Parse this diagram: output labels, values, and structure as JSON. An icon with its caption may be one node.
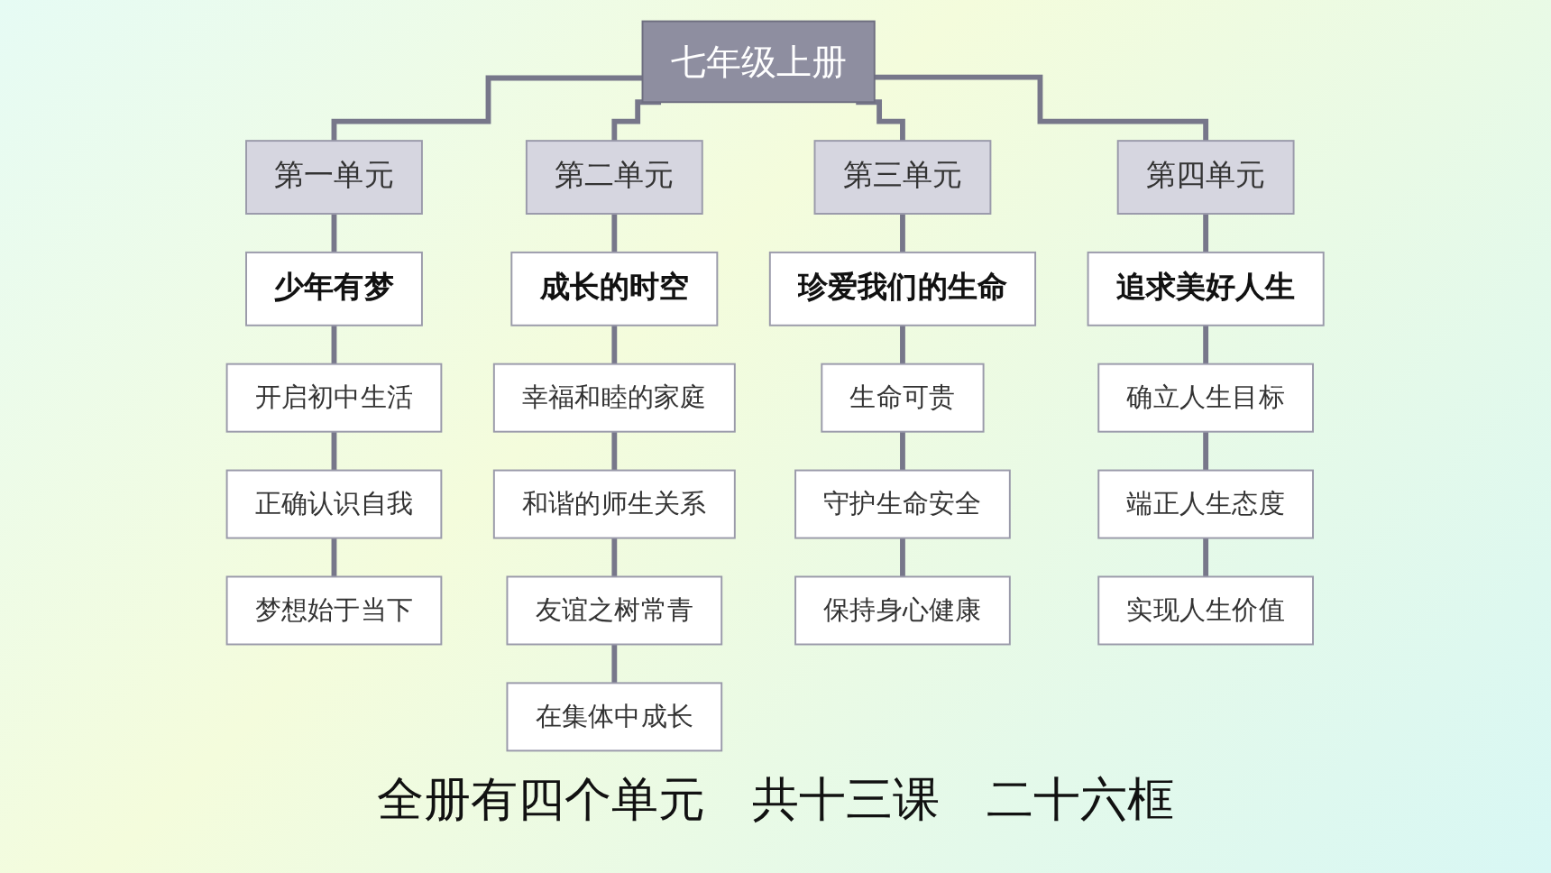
{
  "diagram": {
    "nodes": [
      {
        "text": [
          "七年级上册"
        ]
      },
      {
        "text": [
          "第一单元"
        ]
      },
      {
        "text": [
          "第二单元"
        ]
      },
      {
        "text": [
          "第三单元"
        ]
      },
      {
        "text": [
          "第四单元"
        ]
      },
      {
        "text": [
          "少年有梦"
        ]
      },
      {
        "text": [
          "成长的时空"
        ]
      },
      {
        "text": [
          "珍爱我们的生命"
        ]
      },
      {
        "text": [
          "追求美好人生"
        ]
      },
      {
        "text": [
          "开启初中生活"
        ]
      },
      {
        "text": [
          "幸福和睦的家庭"
        ]
      },
      {
        "text": [
          "生命可贵"
        ]
      },
      {
        "text": [
          "确立人生目标"
        ]
      },
      {
        "text": [
          "正确认识自我"
        ]
      },
      {
        "text": [
          "和谐的师生关系"
        ]
      },
      {
        "text": [
          "守护生命安全"
        ]
      },
      {
        "text": [
          "端正人生态度"
        ]
      },
      {
        "text": [
          "梦想始于当下"
        ]
      },
      {
        "text": [
          "友谊之树常青"
        ]
      },
      {
        "text": [
          "保持身心健康"
        ]
      },
      {
        "text": [
          "实现人生价值"
        ]
      },
      {
        "text": [
          "在集体中成长"
        ]
      }
    ],
    "edges": [
      {
        "from": 0,
        "to": 1,
        "arrow": "none"
      },
      {
        "from": 0,
        "to": 2,
        "arrow": "none"
      },
      {
        "from": 0,
        "to": 3,
        "arrow": "none"
      },
      {
        "from": 0,
        "to": 4,
        "arrow": "none"
      },
      {
        "from": 1,
        "to": 5,
        "arrow": "none"
      },
      {
        "from": 2,
        "to": 6,
        "arrow": "none"
      },
      {
        "from": 3,
        "to": 7,
        "arrow": "none"
      },
      {
        "from": 4,
        "to": 8,
        "arrow": "none"
      },
      {
        "from": 5,
        "to": 9,
        "arrow": "none"
      },
      {
        "from": 6,
        "to": 10,
        "arrow": "none"
      },
      {
        "from": 7,
        "to": 11,
        "arrow": "none"
      },
      {
        "from": 8,
        "to": 12,
        "arrow": "none"
      },
      {
        "from": 9,
        "to": 13,
        "arrow": "none"
      },
      {
        "from": 10,
        "to": 14,
        "arrow": "none"
      },
      {
        "from": 11,
        "to": 15,
        "arrow": "none"
      },
      {
        "from": 12,
        "to": 16,
        "arrow": "none"
      },
      {
        "from": 13,
        "to": 17,
        "arrow": "none"
      },
      {
        "from": 14,
        "to": 18,
        "arrow": "none"
      },
      {
        "from": 15,
        "to": 19,
        "arrow": "none"
      },
      {
        "from": 16,
        "to": 20,
        "arrow": "none"
      },
      {
        "from": 18,
        "to": 21,
        "arrow": "none"
      }
    ],
    "caption": "全册有四个单元　共十三课　二十六框"
  }
}
